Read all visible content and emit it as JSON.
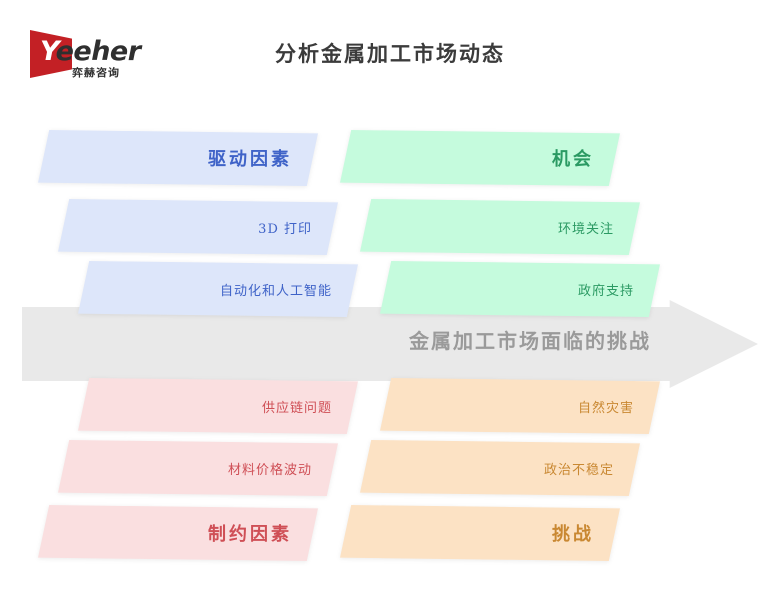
{
  "header": {
    "title": "分析金属加工市场动态",
    "logo": {
      "word_first": "Y",
      "word_rest": "eeher",
      "sub": "弈赫咨询"
    }
  },
  "arrow": {
    "label": "金属加工市场面临的挑战",
    "color": "#e9e9e9",
    "text_color": "#9a9a9a"
  },
  "quadrants": {
    "drivers": {
      "heading": "驱动因素",
      "color": "#dde6fa",
      "text_color": "#3f63c8",
      "items": [
        "3D 打印",
        "自动化和人工智能"
      ]
    },
    "opportunities": {
      "heading": "机会",
      "color": "#c5fbdd",
      "text_color": "#2b9a63",
      "items": [
        "环境关注",
        "政府支持"
      ]
    },
    "restraints": {
      "heading": "制约因素",
      "color": "#fadfe0",
      "text_color": "#cf4f56",
      "items": [
        "供应链问题",
        "材料价格波动"
      ]
    },
    "challenges": {
      "heading": "挑战",
      "color": "#fce2c4",
      "text_color": "#c98832",
      "items": [
        "自然灾害",
        "政治不稳定"
      ]
    }
  }
}
